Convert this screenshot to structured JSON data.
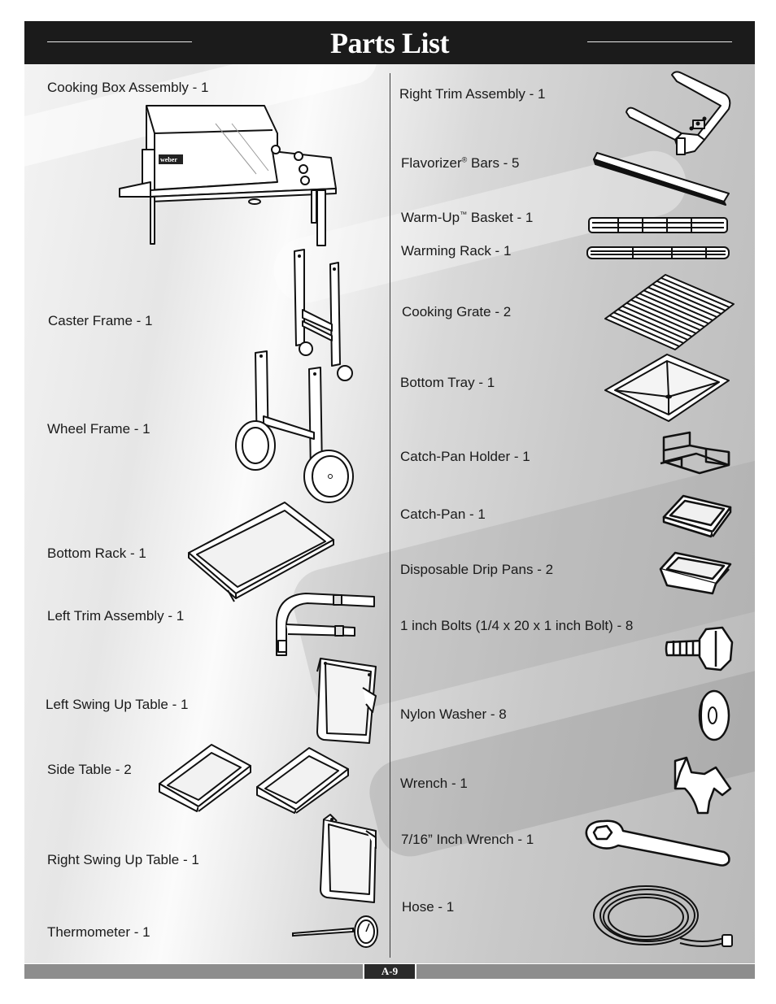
{
  "header": {
    "title": "Parts List"
  },
  "parts_left": [
    {
      "id": "cooking-box",
      "label": "Cooking Box Assembly - 1"
    },
    {
      "id": "caster-frame",
      "label": "Caster Frame - 1"
    },
    {
      "id": "wheel-frame",
      "label": "Wheel Frame - 1"
    },
    {
      "id": "bottom-rack",
      "label": "Bottom Rack - 1"
    },
    {
      "id": "left-trim",
      "label": "Left Trim Assembly - 1"
    },
    {
      "id": "left-swing-table",
      "label": "Left Swing Up Table - 1"
    },
    {
      "id": "side-table",
      "label": "Side Table - 2"
    },
    {
      "id": "right-swing-table",
      "label": "Right Swing Up Table - 1"
    },
    {
      "id": "thermometer",
      "label": "Thermometer - 1"
    }
  ],
  "parts_right": [
    {
      "id": "right-trim",
      "label": "Right Trim Assembly - 1"
    },
    {
      "id": "flavorizer",
      "label": "Flavorizer",
      "mark": "®",
      "suffix": " Bars - 5"
    },
    {
      "id": "warmup-basket",
      "label": "Warm-Up",
      "mark": "™",
      "suffix": " Basket - 1"
    },
    {
      "id": "warming-rack",
      "label": "Warming Rack - 1"
    },
    {
      "id": "cooking-grate",
      "label": "Cooking Grate - 2"
    },
    {
      "id": "bottom-tray",
      "label": "Bottom Tray - 1"
    },
    {
      "id": "catch-pan-holder",
      "label": "Catch-Pan Holder - 1"
    },
    {
      "id": "catch-pan",
      "label": "Catch-Pan - 1"
    },
    {
      "id": "drip-pans",
      "label": "Disposable Drip Pans - 2"
    },
    {
      "id": "bolts",
      "label": "1 inch Bolts (1/4 x 20 x 1 inch Bolt) - 8"
    },
    {
      "id": "washer",
      "label": "Nylon Washer - 8"
    },
    {
      "id": "wrench",
      "label": "Wrench - 1"
    },
    {
      "id": "wrench-716",
      "label": "7/16” Inch Wrench - 1"
    },
    {
      "id": "hose",
      "label": "Hose - 1"
    }
  ],
  "footer": {
    "page_number": "A-9"
  },
  "logo_text": "weber"
}
